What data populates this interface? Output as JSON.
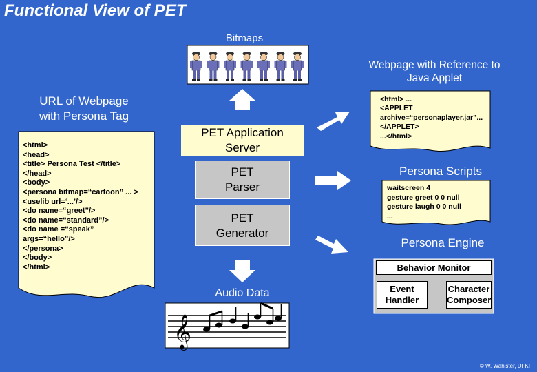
{
  "title": "Functional View of PET",
  "bitmaps": {
    "label": "Bitmaps",
    "count": 7
  },
  "left": {
    "heading_line1": "URL of Webpage",
    "heading_line2": "with Persona Tag",
    "code": [
      "<html>",
      "<head>",
      "<title> Persona Test </title>",
      "</head>",
      "<body>",
      "<persona bitmap=“cartoon” ... >",
      "<uselib url=‘...’/>",
      "<do name=“greet”/>",
      "<do name=“standard”/>",
      "<do name =“speak”",
      "args=“hello”/>",
      "</persona>",
      "</body>",
      "</html>"
    ]
  },
  "center": {
    "server_line1": "PET Application",
    "server_line2": "Server",
    "parser_line1": "PET",
    "parser_line2": "Parser",
    "generator_line1": "PET",
    "generator_line2": "Generator",
    "audio_label": "Audio Data"
  },
  "right": {
    "webpage_line1": "Webpage with Reference to",
    "webpage_line2": "Java Applet",
    "applet_code": [
      "<html> ...",
      "<APPLET",
      "archive=“personaplayer.jar”...",
      "</APPLET>",
      "...</html>"
    ],
    "scripts_label": "Persona Scripts",
    "scripts_code": [
      "waitscreen 4",
      "gesture greet 0 0 null",
      "gesture laugh 0 0 null",
      "..."
    ],
    "engine_label": "Persona Engine",
    "behavior_monitor": "Behavior Monitor",
    "event_handler_line1": "Event",
    "event_handler_line2": "Handler",
    "composer_line1": "Character",
    "composer_line2": "Composer"
  },
  "credit": "© W. Wahlster, DFKI",
  "colors": {
    "background": "#3366cc",
    "paper": "#fffcd0",
    "gray": "#c6c6c6",
    "white": "#ffffff"
  }
}
